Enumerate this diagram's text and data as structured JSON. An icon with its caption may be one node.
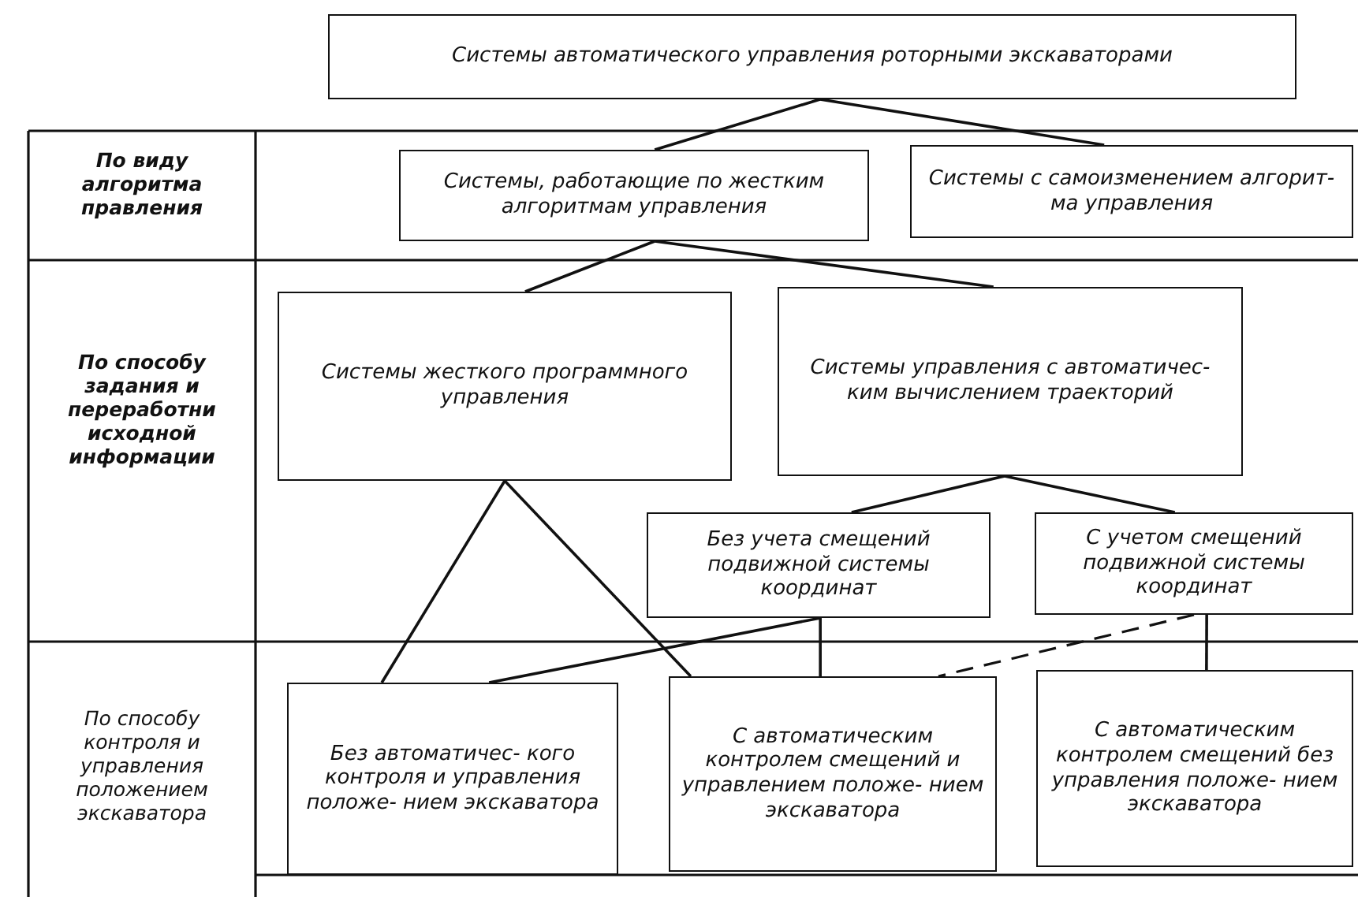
{
  "diagram": {
    "nodes": [
      {
        "text": [
          "Системы автоматического управления роторными экскаваторами"
        ]
      },
      {
        "text": [
          "Системы, работающие по жестким алгоритмам управления"
        ]
      },
      {
        "text": [
          "Системы с самоизменением алгорит- ма управления"
        ]
      },
      {
        "text": [
          "Системы жесткого программного управления"
        ]
      },
      {
        "text": [
          "Системы управления с автоматичес- ким вычислением траекторий"
        ]
      },
      {
        "text": [
          "Без учета смещений подвижной системы координат"
        ]
      },
      {
        "text": [
          "С учетом смещений подвижной системы координат"
        ]
      },
      {
        "text": [
          "Без автоматичес- кого контроля и управления положе- нием экскаватора"
        ]
      },
      {
        "text": [
          "С автоматическим контролем смещений и управлением положе- нием экскаватора"
        ]
      },
      {
        "text": [
          "С автоматическим контролем смещений без управления положе- нием экскаватора"
        ]
      }
    ],
    "edges": [
      {
        "from": 0,
        "to": 1,
        "arrow": "none"
      },
      {
        "from": 0,
        "to": 2,
        "arrow": "none"
      },
      {
        "from": 1,
        "to": 3,
        "arrow": "none"
      },
      {
        "from": 1,
        "to": 4,
        "arrow": "none"
      },
      {
        "from": 4,
        "to": 5,
        "arrow": "none"
      },
      {
        "from": 4,
        "to": 6,
        "arrow": "none"
      },
      {
        "from": 3,
        "to": 7,
        "arrow": "none"
      },
      {
        "from": 3,
        "to": 8,
        "arrow": "none"
      },
      {
        "from": 5,
        "to": 7,
        "arrow": "none"
      },
      {
        "from": 5,
        "to": 8,
        "arrow": "none"
      },
      {
        "from": 6,
        "to": 8,
        "arrow": "none",
        "style": "dashed"
      },
      {
        "from": 6,
        "to": 9,
        "arrow": "none"
      }
    ],
    "labels": [
      "По виду алгоритма правления",
      "По способу задания и переработни исходной информации",
      "По способу контроля и управления положением экскаватора"
    ]
  }
}
